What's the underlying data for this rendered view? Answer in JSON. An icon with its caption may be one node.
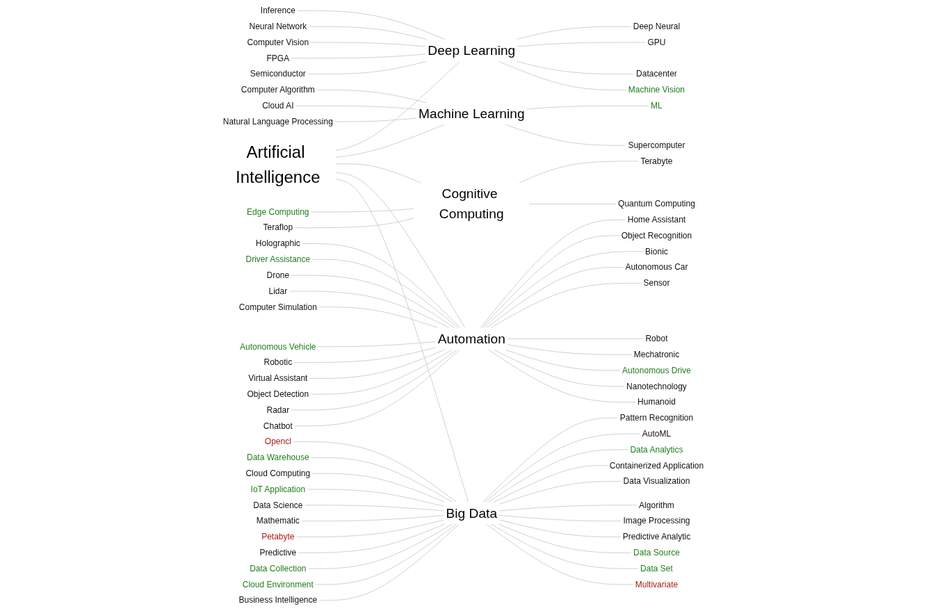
{
  "diagram": {
    "nodes": [
      {
        "text": [
          "Artificial Intelligence"
        ]
      },
      {
        "text": [
          "Deep Learning"
        ]
      },
      {
        "text": [
          "Inference"
        ]
      },
      {
        "text": [
          "Deep Neural"
        ]
      },
      {
        "text": [
          "Neural Network"
        ]
      },
      {
        "text": [
          "GPU"
        ]
      },
      {
        "text": [
          "Computer Vision"
        ]
      },
      {
        "text": [
          "Datacenter"
        ]
      },
      {
        "text": [
          "FPGA"
        ]
      },
      {
        "text": [
          "Machine Vision"
        ]
      },
      {
        "text": [
          "Semiconductor"
        ]
      },
      {
        "text": [
          "Machine Learning"
        ]
      },
      {
        "text": [
          "Computer Algorithm"
        ]
      },
      {
        "text": [
          "ML"
        ]
      },
      {
        "text": [
          "Cloud AI"
        ]
      },
      {
        "text": [
          "Supercomputer"
        ]
      },
      {
        "text": [
          "Natural Language Processing"
        ]
      },
      {
        "text": [
          "Cognitive Computing"
        ]
      },
      {
        "text": [
          "Edge Computing"
        ]
      },
      {
        "text": [
          "Terabyte"
        ]
      },
      {
        "text": [
          "Teraflop"
        ]
      },
      {
        "text": [
          "Quantum Computing"
        ]
      },
      {
        "text": [
          "Automation"
        ]
      },
      {
        "text": [
          "Holographic"
        ]
      },
      {
        "text": [
          "Home Assistant"
        ]
      },
      {
        "text": [
          "Driver Assistance"
        ]
      },
      {
        "text": [
          "Object Recognition"
        ]
      },
      {
        "text": [
          "Drone"
        ]
      },
      {
        "text": [
          "Bionic"
        ]
      },
      {
        "text": [
          "Lidar"
        ]
      },
      {
        "text": [
          "Autonomous Car"
        ]
      },
      {
        "text": [
          "Computer Simulation"
        ]
      },
      {
        "text": [
          "Sensor"
        ]
      },
      {
        "text": [
          "Autonomous Vehicle"
        ]
      },
      {
        "text": [
          "Robot"
        ]
      },
      {
        "text": [
          "Robotic"
        ]
      },
      {
        "text": [
          "Mechatronic"
        ]
      },
      {
        "text": [
          "Virtual Assistant"
        ]
      },
      {
        "text": [
          "Autonomous Drive"
        ]
      },
      {
        "text": [
          "Object Detection"
        ]
      },
      {
        "text": [
          "Nanotechnology"
        ]
      },
      {
        "text": [
          "Radar"
        ]
      },
      {
        "text": [
          "Humanoid"
        ]
      },
      {
        "text": [
          "Chatbot"
        ]
      },
      {
        "text": [
          "Big Data"
        ]
      },
      {
        "text": [
          "Opencl"
        ]
      },
      {
        "text": [
          "Pattern Recognition"
        ]
      },
      {
        "text": [
          "Data Warehouse"
        ]
      },
      {
        "text": [
          "AutoML"
        ]
      },
      {
        "text": [
          "Cloud Computing"
        ]
      },
      {
        "text": [
          "Data Analytics"
        ]
      },
      {
        "text": [
          "IoT Application"
        ]
      },
      {
        "text": [
          "Containerized Application"
        ]
      },
      {
        "text": [
          "Data Science"
        ]
      },
      {
        "text": [
          "Data Visualization"
        ]
      },
      {
        "text": [
          "Mathematic"
        ]
      },
      {
        "text": [
          "Algorithm"
        ]
      },
      {
        "text": [
          "Petabyte"
        ]
      },
      {
        "text": [
          "Image Processing"
        ]
      },
      {
        "text": [
          "Predictive"
        ]
      },
      {
        "text": [
          "Predictive Analytic"
        ]
      },
      {
        "text": [
          "Data Collection"
        ]
      },
      {
        "text": [
          "Data Source"
        ]
      },
      {
        "text": [
          "Cloud Environment"
        ]
      },
      {
        "text": [
          "Data Set"
        ]
      },
      {
        "text": [
          "Business Intelligence"
        ]
      },
      {
        "text": [
          "Multivariate"
        ]
      }
    ],
    "edges": [
      {
        "from": 0,
        "to": 1,
        "arrow": "none"
      },
      {
        "from": 0,
        "to": 11,
        "arrow": "none"
      },
      {
        "from": 0,
        "to": 17,
        "arrow": "none"
      },
      {
        "from": 0,
        "to": 22,
        "arrow": "none"
      },
      {
        "from": 0,
        "to": 44,
        "arrow": "none"
      },
      {
        "from": 2,
        "to": 1,
        "arrow": "none"
      },
      {
        "from": 1,
        "to": 3,
        "arrow": "none"
      },
      {
        "from": 4,
        "to": 1,
        "arrow": "none"
      },
      {
        "from": 1,
        "to": 5,
        "arrow": "none"
      },
      {
        "from": 6,
        "to": 1,
        "arrow": "none"
      },
      {
        "from": 1,
        "to": 7,
        "arrow": "none"
      },
      {
        "from": 8,
        "to": 1,
        "arrow": "none"
      },
      {
        "from": 1,
        "to": 9,
        "arrow": "none"
      },
      {
        "from": 10,
        "to": 1,
        "arrow": "none"
      },
      {
        "from": 12,
        "to": 11,
        "arrow": "none"
      },
      {
        "from": 11,
        "to": 13,
        "arrow": "none"
      },
      {
        "from": 14,
        "to": 11,
        "arrow": "none"
      },
      {
        "from": 11,
        "to": 15,
        "arrow": "none"
      },
      {
        "from": 16,
        "to": 11,
        "arrow": "none"
      },
      {
        "from": 18,
        "to": 17,
        "arrow": "none"
      },
      {
        "from": 17,
        "to": 19,
        "arrow": "none"
      },
      {
        "from": 20,
        "to": 17,
        "arrow": "none"
      },
      {
        "from": 17,
        "to": 21,
        "arrow": "none"
      },
      {
        "from": 23,
        "to": 22,
        "arrow": "none"
      },
      {
        "from": 22,
        "to": 24,
        "arrow": "none"
      },
      {
        "from": 25,
        "to": 22,
        "arrow": "none"
      },
      {
        "from": 22,
        "to": 26,
        "arrow": "none"
      },
      {
        "from": 27,
        "to": 22,
        "arrow": "none"
      },
      {
        "from": 22,
        "to": 28,
        "arrow": "none"
      },
      {
        "from": 29,
        "to": 22,
        "arrow": "none"
      },
      {
        "from": 22,
        "to": 30,
        "arrow": "none"
      },
      {
        "from": 31,
        "to": 22,
        "arrow": "none"
      },
      {
        "from": 22,
        "to": 32,
        "arrow": "none"
      },
      {
        "from": 33,
        "to": 22,
        "arrow": "none"
      },
      {
        "from": 22,
        "to": 34,
        "arrow": "none"
      },
      {
        "from": 35,
        "to": 22,
        "arrow": "none"
      },
      {
        "from": 22,
        "to": 36,
        "arrow": "none"
      },
      {
        "from": 37,
        "to": 22,
        "arrow": "none"
      },
      {
        "from": 22,
        "to": 38,
        "arrow": "none"
      },
      {
        "from": 39,
        "to": 22,
        "arrow": "none"
      },
      {
        "from": 22,
        "to": 40,
        "arrow": "none"
      },
      {
        "from": 41,
        "to": 22,
        "arrow": "none"
      },
      {
        "from": 22,
        "to": 42,
        "arrow": "none"
      },
      {
        "from": 43,
        "to": 22,
        "arrow": "none"
      },
      {
        "from": 45,
        "to": 44,
        "arrow": "none"
      },
      {
        "from": 44,
        "to": 46,
        "arrow": "none"
      },
      {
        "from": 47,
        "to": 44,
        "arrow": "none"
      },
      {
        "from": 44,
        "to": 48,
        "arrow": "none"
      },
      {
        "from": 49,
        "to": 44,
        "arrow": "none"
      },
      {
        "from": 44,
        "to": 50,
        "arrow": "none"
      },
      {
        "from": 51,
        "to": 44,
        "arrow": "none"
      },
      {
        "from": 44,
        "to": 52,
        "arrow": "none"
      },
      {
        "from": 53,
        "to": 44,
        "arrow": "none"
      },
      {
        "from": 44,
        "to": 54,
        "arrow": "none"
      },
      {
        "from": 55,
        "to": 44,
        "arrow": "none"
      },
      {
        "from": 44,
        "to": 56,
        "arrow": "none"
      },
      {
        "from": 57,
        "to": 44,
        "arrow": "none"
      },
      {
        "from": 44,
        "to": 58,
        "arrow": "none"
      },
      {
        "from": 59,
        "to": 44,
        "arrow": "none"
      },
      {
        "from": 44,
        "to": 60,
        "arrow": "none"
      },
      {
        "from": 61,
        "to": 44,
        "arrow": "none"
      },
      {
        "from": 44,
        "to": 62,
        "arrow": "none"
      },
      {
        "from": 63,
        "to": 44,
        "arrow": "none"
      },
      {
        "from": 44,
        "to": 64,
        "arrow": "none"
      },
      {
        "from": 65,
        "to": 44,
        "arrow": "none"
      },
      {
        "from": 44,
        "to": 66,
        "arrow": "none"
      }
    ]
  }
}
